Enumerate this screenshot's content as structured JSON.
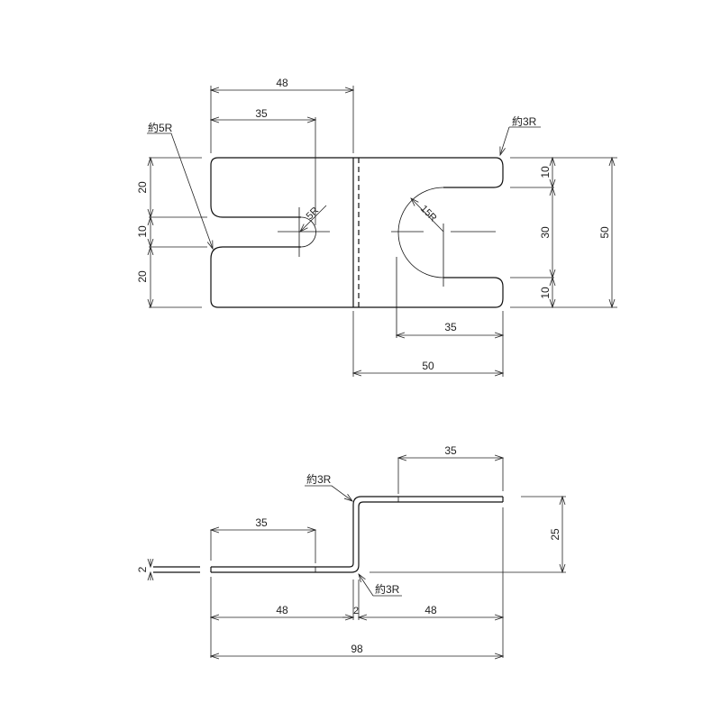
{
  "drawing": {
    "type": "sheet-metal bracket technical drawing",
    "top_view": {
      "dimensions": {
        "overall_left_width": "48",
        "left_slot_depth": "35",
        "left_upper_tab": "20",
        "left_slot_width": "10",
        "left_lower_tab": "20",
        "right_upper_tab": "10",
        "right_slot_width": "30",
        "right_lower_tab": "10",
        "overall_height": "50",
        "right_slot_depth": "35",
        "right_width": "50"
      },
      "annotations": {
        "left_corner_radius": "約5R",
        "left_slot_end_radius": "5R",
        "right_corner_radius": "約3R",
        "right_slot_end_radius": "15R"
      }
    },
    "side_view": {
      "dimensions": {
        "lower_flange_length": "35",
        "upper_flange_length": "35",
        "thickness": "2",
        "height": "25",
        "left_length": "48",
        "bend_thickness": "2",
        "right_length": "48",
        "overall_length": "98"
      },
      "annotations": {
        "upper_bend_radius": "約3R",
        "lower_bend_radius": "約3R"
      }
    }
  }
}
